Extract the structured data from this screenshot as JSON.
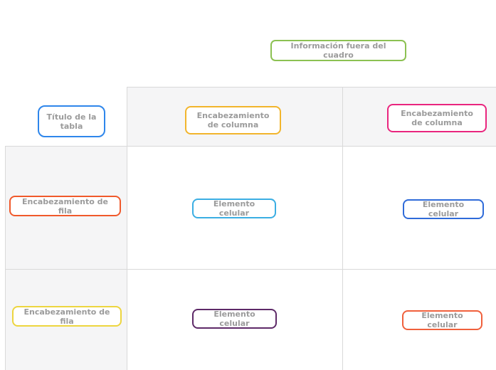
{
  "canvas": {
    "background": "#ffffff",
    "grid_line_color": "#d9d9d9",
    "header_band_background": "#f5f5f6",
    "node_text_color": "#9b9b9b"
  },
  "nodes": [
    {
      "id": "outside-info",
      "label": "Información fuera del cuadro",
      "color": "#8cc152"
    },
    {
      "id": "table-title",
      "label": "Título de la tabla",
      "color": "#2e86eb"
    },
    {
      "id": "col-header-1",
      "label": "Encabezamiento de columna",
      "color": "#f2b52c"
    },
    {
      "id": "col-header-2",
      "label": "Encabezamiento de columna",
      "color": "#e9257e"
    },
    {
      "id": "row-header-1",
      "label": "Encabezamiento de fila",
      "color": "#f0592b"
    },
    {
      "id": "cell-row1-col1",
      "label": "Elemento celular",
      "color": "#3baee3"
    },
    {
      "id": "cell-row1-col2",
      "label": "Elemento celular",
      "color": "#2f6bd9"
    },
    {
      "id": "row-header-2",
      "label": "Encabezamiento de fila",
      "color": "#edd53f"
    },
    {
      "id": "cell-row2-col1",
      "label": "Elemento celular",
      "color": "#5e2a68"
    },
    {
      "id": "cell-row2-col2",
      "label": "Elemento celular",
      "color": "#f0603c"
    }
  ]
}
